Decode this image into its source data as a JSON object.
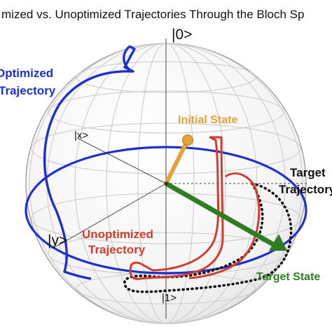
{
  "title": "mized vs. Unoptimized Trajectories Through the Bloch Sp",
  "kets": {
    "zero": "|0>",
    "one": "|1>",
    "x": "|x>",
    "y": "|y>"
  },
  "labels": {
    "optimized_line1": "Optimized",
    "optimized_line2": "Trajectory",
    "unoptimized_line1": "Unoptimized",
    "unoptimized_line2": "Trajectory",
    "initial_state": "Initial State",
    "target_line1": "Target",
    "target_line2": "Trajectory",
    "target_state": "Target State"
  },
  "colors": {
    "optimized": "#1f2fcc",
    "unoptimized": "#d33b2c",
    "initial_state": "#e3a23a",
    "target_state": "#2e7d23",
    "target_trajectory": "#111111",
    "grid": "#c8c8c8"
  }
}
